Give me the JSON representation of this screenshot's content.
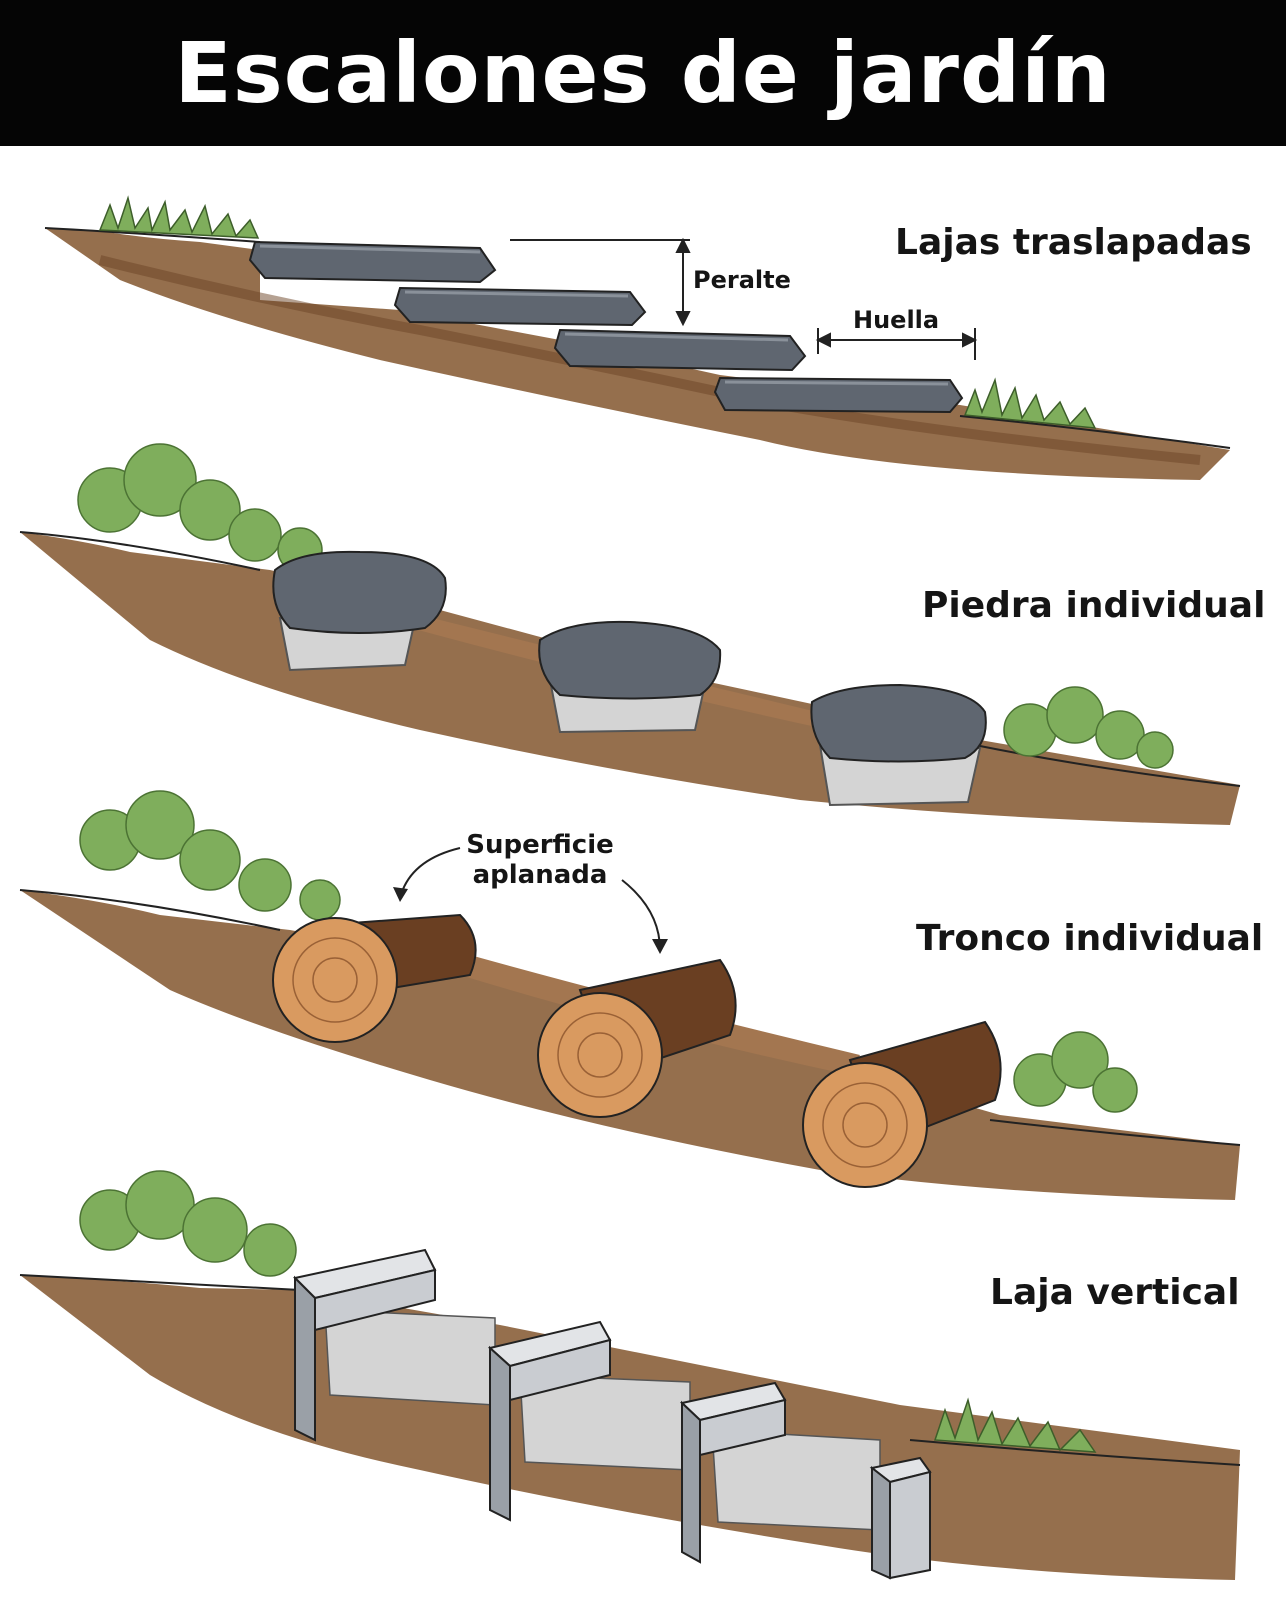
{
  "title": "Escalones de jardín",
  "sections": [
    {
      "id": "lajas",
      "label": "Lajas traslapadas",
      "annotations": {
        "rise": "Peralte",
        "tread": "Huella"
      }
    },
    {
      "id": "piedra",
      "label": "Piedra individual"
    },
    {
      "id": "tronco",
      "label": "Tronco individual",
      "annotations": {
        "callout_line1": "Superficie",
        "callout_line2": "aplanada"
      }
    },
    {
      "id": "vertical",
      "label": "Laja vertical"
    }
  ],
  "colors": {
    "title_bg": "#050505",
    "title_text": "#ffffff",
    "soil": "#8a5f3a",
    "soil_dark": "#6b4426",
    "grass": "#7fae5c",
    "stone": "#5f6670",
    "stone_light": "#8a919a",
    "gravel": "#d4d4d4",
    "wood_face": "#d99a60",
    "bark": "#6a3f22",
    "slab": "#c9ccd1"
  }
}
